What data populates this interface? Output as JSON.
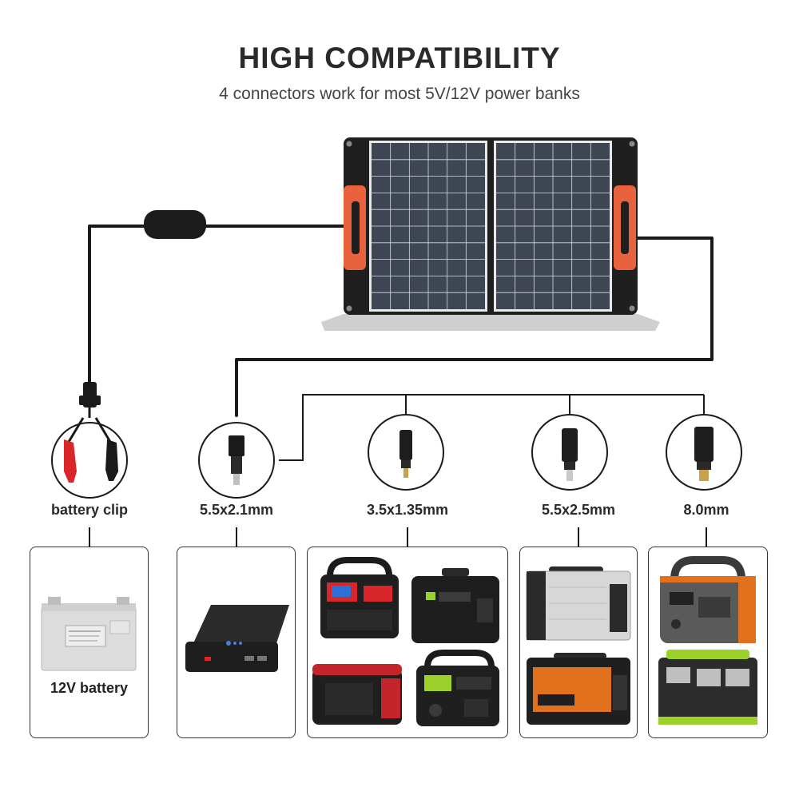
{
  "header": {
    "title": "HIGH COMPATIBILITY",
    "subtitle": "4 connectors work for most 5V/12V power banks"
  },
  "connectors": [
    {
      "label": "battery clip",
      "icon": "battery-clip-icon"
    },
    {
      "label": "5.5x2.1mm",
      "icon": "dc-plug-icon"
    },
    {
      "label": "3.5x1.35mm",
      "icon": "dc-adapter-icon"
    },
    {
      "label": "5.5x2.5mm",
      "icon": "dc-adapter-icon"
    },
    {
      "label": "8.0mm",
      "icon": "dc-adapter-icon"
    }
  ],
  "devices": {
    "battery": {
      "label": "12V battery"
    }
  },
  "colors": {
    "panel": "#1f1f1f",
    "cell": "#3a4350",
    "handle": "#e8623d",
    "line": "#1a1a1a",
    "accent_orange": "#e2711d",
    "accent_red": "#d8262b",
    "accent_green": "#9bd12a"
  }
}
